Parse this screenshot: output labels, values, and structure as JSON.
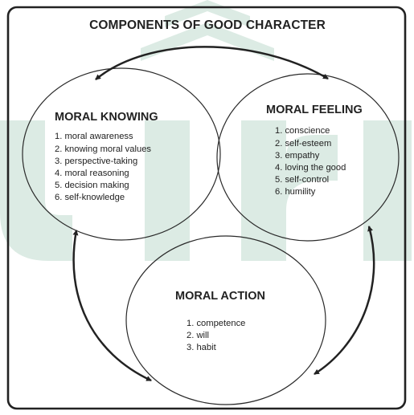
{
  "title": "COMPONENTS OF GOOD CHARACTER",
  "colors": {
    "frame": "#222222",
    "ink": "#222222",
    "watermark": "#dcebe4"
  },
  "components": [
    {
      "id": "moral-knowing",
      "heading": "MORAL KNOWING",
      "items": [
        "1. moral awareness",
        "2. knowing moral values",
        "3. perspective-taking",
        "4. moral reasoning",
        "5. decision making",
        "6. self-knowledge"
      ]
    },
    {
      "id": "moral-feeling",
      "heading": "MORAL FEELING",
      "items": [
        "1. conscience",
        "2. self-esteem",
        "3. empathy",
        "4. loving the good",
        "5. self-control",
        "6. humility"
      ]
    },
    {
      "id": "moral-action",
      "heading": "MORAL ACTION",
      "items": [
        "1. competence",
        "2. will",
        "3. habit"
      ]
    }
  ]
}
